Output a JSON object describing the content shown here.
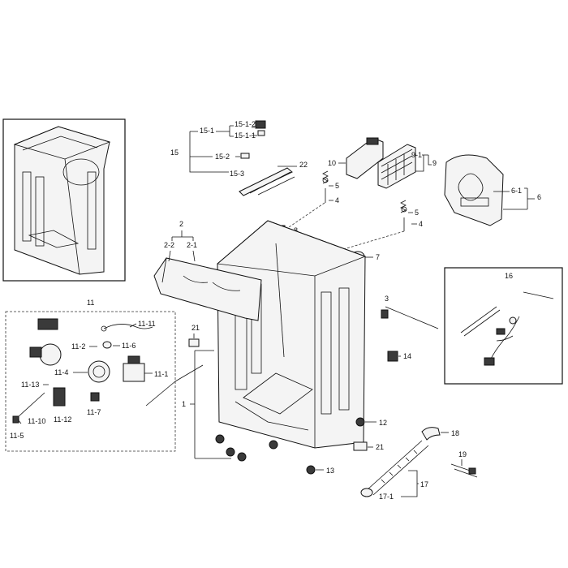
{
  "diagram_title": "",
  "callouts": {
    "c1": "1",
    "c2": "2",
    "c2_1": "2-1",
    "c2_2": "2-2",
    "c3": "3",
    "c4a": "4",
    "c4b": "4",
    "c5a": "5",
    "c5b": "5",
    "c6": "6",
    "c6_1": "6-1",
    "c7": "7",
    "c8": "8",
    "c9": "9",
    "c9_1": "9-1",
    "c10": "10",
    "c11": "11",
    "c11_1": "11-1",
    "c11_2": "11-2",
    "c11_4": "11-4",
    "c11_5": "11-5",
    "c11_6": "11-6",
    "c11_7": "11-7",
    "c11_10": "11-10",
    "c11_11": "11-11",
    "c11_12": "11-12",
    "c11_13": "11-13",
    "c12": "12",
    "c13": "13",
    "c14": "14",
    "c15": "15",
    "c15_1": "15-1",
    "c15_1_2": "15-1-2",
    "c15_1_1": "15-1-1",
    "c15_2": "15-2",
    "c15_3": "15-3",
    "c16": "16",
    "c17": "17",
    "c17_1": "17-1",
    "c18": "18",
    "c19": "19",
    "c21a": "21",
    "c21b": "21",
    "c22": "22"
  }
}
